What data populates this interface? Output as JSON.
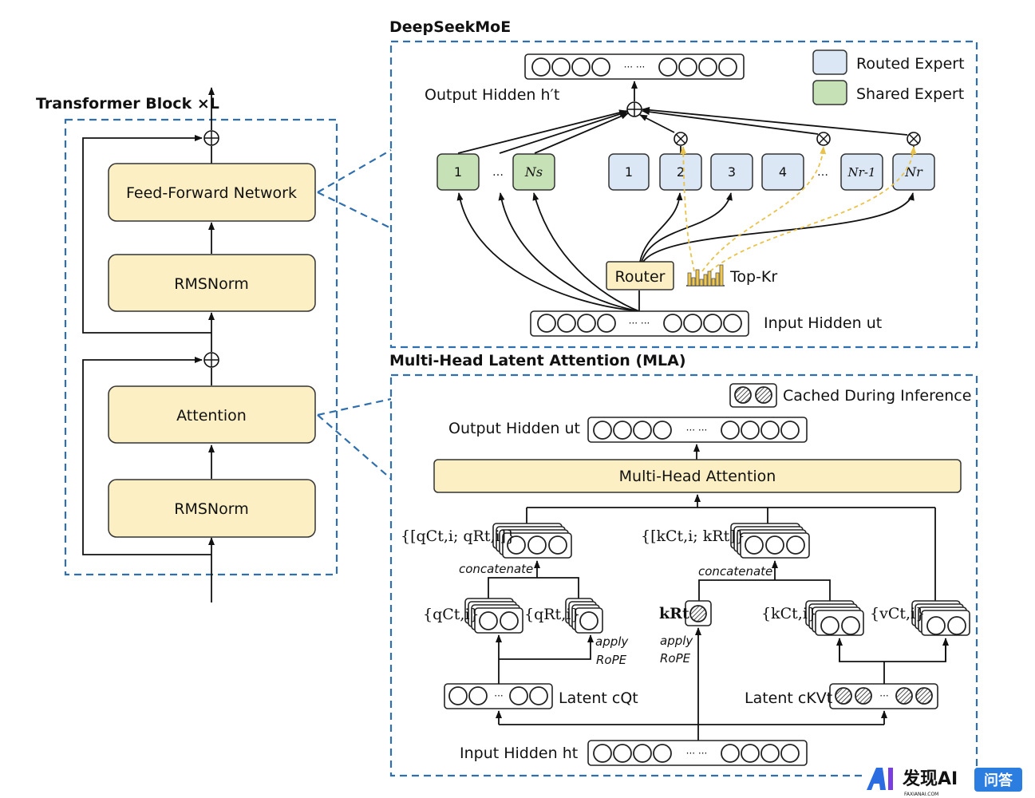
{
  "transformer": {
    "title": "Transformer Block ×L",
    "ffn_label": "Feed-Forward Network",
    "rmsnorm_top_label": "RMSNorm",
    "attention_label": "Attention",
    "rmsnorm_bottom_label": "RMSNorm"
  },
  "moe": {
    "title": "DeepSeekMoE",
    "output_label": "Output Hidden h′t",
    "input_label": "Input Hidden ut",
    "router_label": "Router",
    "topk_label": "Top-Kr",
    "legend": [
      {
        "label": "Routed Expert",
        "color": "#dbe7f5"
      },
      {
        "label": "Shared Expert",
        "color": "#c6e1b5"
      }
    ],
    "shared_experts": [
      "1",
      "…",
      "Ns"
    ],
    "routed_experts": [
      "1",
      "2",
      "3",
      "4",
      "…",
      "Nr-1",
      "Nr"
    ],
    "ellipsis": "··· ···"
  },
  "mla": {
    "title": "Multi-Head Latent Attention (MLA)",
    "cached_label": "Cached During Inference",
    "output_label": "Output Hidden ut",
    "mha_label": "Multi-Head Attention",
    "q_concat_label": "{[qCt,i; qRt,i]}",
    "k_concat_label": "{[kCt,i; kRt]}",
    "concatenate_label": "concatenate",
    "qc_label": "{qCt,i}",
    "qr_label": "{qRt,i}",
    "kr_label": "kRt",
    "kc_label": "{kCt,i}",
    "vc_label": "{vCt,i}",
    "apply_label": "apply",
    "rope_label": "RoPE",
    "latent_q_label": "Latent cQt",
    "latent_kv_label": "Latent cKVt",
    "input_label": "Input Hidden ht"
  },
  "watermark": {
    "brand": "发现AI",
    "sub": "FAXIANAI.COM",
    "badge": "问答"
  },
  "colors": {
    "frame_dash": "#2f6fad",
    "block_fill": "#fbefc3",
    "routed_expert": "#dbe7f5",
    "shared_expert": "#c6e1b5",
    "gate_dash": "#e8c24a"
  }
}
